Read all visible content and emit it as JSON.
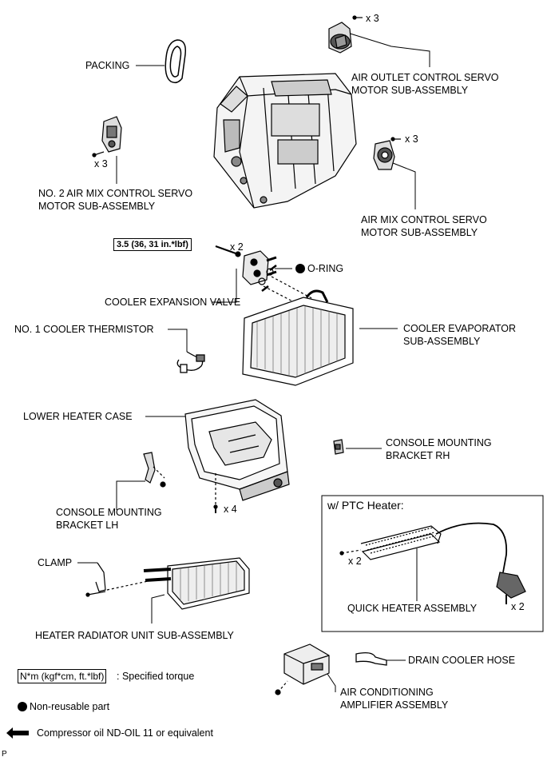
{
  "labels": {
    "packing": "PACKING",
    "air_outlet_l1": "AIR OUTLET CONTROL SERVO",
    "air_outlet_l2": "MOTOR SUB-ASSEMBLY",
    "no2_air_mix_l1": "NO. 2 AIR MIX CONTROL SERVO",
    "no2_air_mix_l2": "MOTOR SUB-ASSEMBLY",
    "air_mix_l1": "AIR MIX CONTROL SERVO",
    "air_mix_l2": "MOTOR SUB-ASSEMBLY",
    "torque_value": "3.5 (36, 31 in.*lbf)",
    "o_ring": "O-RING",
    "cooler_expansion_valve": "COOLER EXPANSION VALVE",
    "no1_cooler_thermistor": "NO. 1 COOLER THERMISTOR",
    "cooler_evaporator_l1": "COOLER EVAPORATOR",
    "cooler_evaporator_l2": "SUB-ASSEMBLY",
    "lower_heater_case": "LOWER HEATER CASE",
    "console_bracket_rh_l1": "CONSOLE MOUNTING",
    "console_bracket_rh_l2": "BRACKET RH",
    "console_bracket_lh_l1": "CONSOLE MOUNTING",
    "console_bracket_lh_l2": "BRACKET LH",
    "ptc_title": "w/ PTC Heater:",
    "quick_heater": "QUICK HEATER ASSEMBLY",
    "clamp": "CLAMP",
    "heater_radiator": "HEATER RADIATOR UNIT SUB-ASSEMBLY",
    "drain_cooler_hose": "DRAIN COOLER HOSE",
    "ac_amplifier_l1": "AIR CONDITIONING",
    "ac_amplifier_l2": "AMPLIFIER ASSEMBLY"
  },
  "quantities": {
    "x3_outlet": "x 3",
    "x3_no2": "x 3",
    "x3_airmix": "x 3",
    "x2_torque": "x 2",
    "x4_case": "x 4",
    "x2_ptc_left": "x 2",
    "x2_ptc_right": "x 2"
  },
  "legend": {
    "torque_box": "N*m (kgf*cm, ft.*lbf)",
    "torque_desc": ": Specified torque",
    "non_reusable": "Non-reusable part",
    "oil": "Compressor oil ND-OIL 11 or equivalent"
  },
  "corner_code": "P"
}
